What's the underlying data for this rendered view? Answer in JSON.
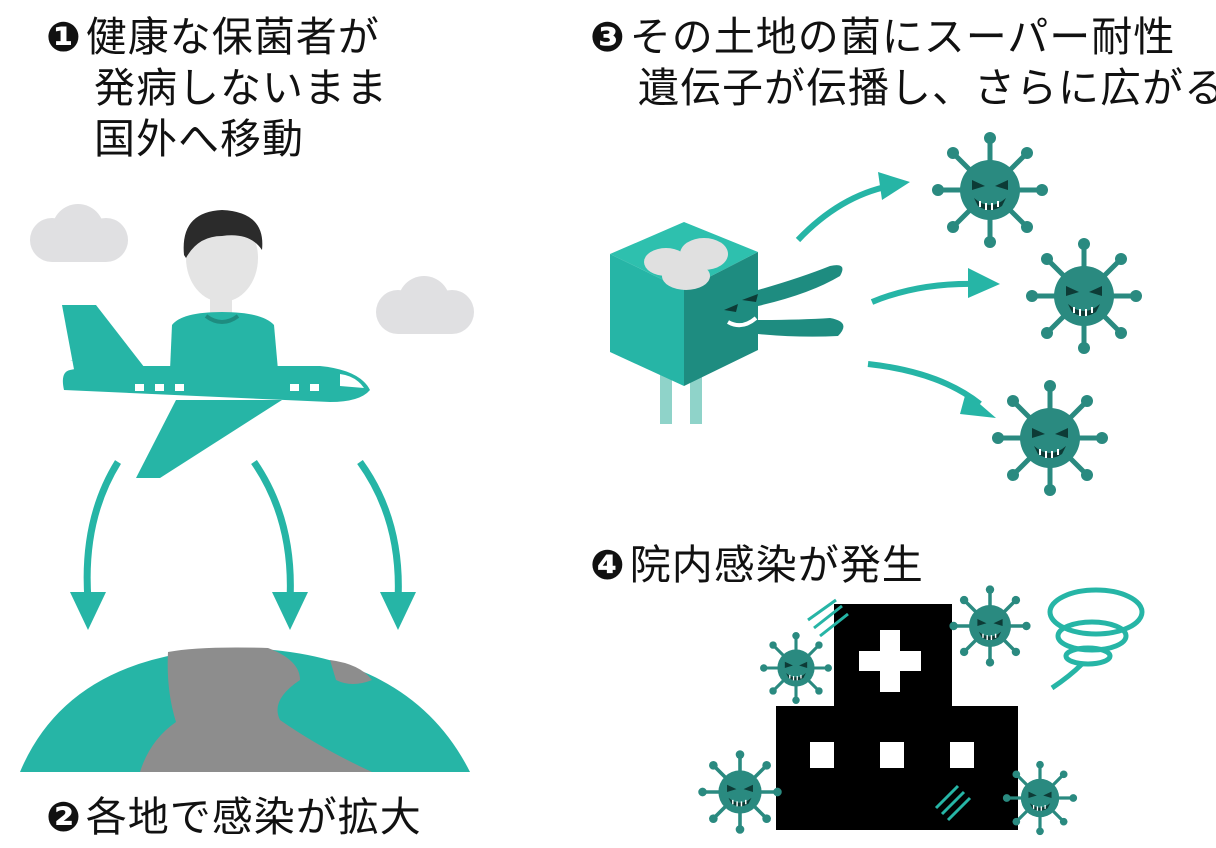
{
  "steps": [
    {
      "number": "❶",
      "lines": [
        "健康な保菌者が",
        "発病しないまま",
        "国外へ移動"
      ]
    },
    {
      "number": "❷",
      "lines": [
        "各地で感染が拡大"
      ]
    },
    {
      "number": "❸",
      "lines": [
        "その土地の菌にスーパー耐性",
        "遺伝子が伝播し、さらに広がる"
      ]
    },
    {
      "number": "❹",
      "lines": [
        "院内感染が発生"
      ]
    }
  ],
  "colors": {
    "teal": "#26b5a6",
    "teal_dark": "#1e8c80",
    "virus": "#2a8a80",
    "legs": "#8fd3c9",
    "cloud": "#e0e0e2",
    "land": "#8d8d8d",
    "building": "#000000",
    "hair": "#2b2b2b",
    "skin": "#e4e4e4"
  },
  "icons": [
    "traveler-icon",
    "airplane-icon",
    "cloud-icon",
    "globe-icon",
    "bacteria-box-character-icon",
    "virus-icon",
    "hospital-icon",
    "arrow-icon"
  ]
}
